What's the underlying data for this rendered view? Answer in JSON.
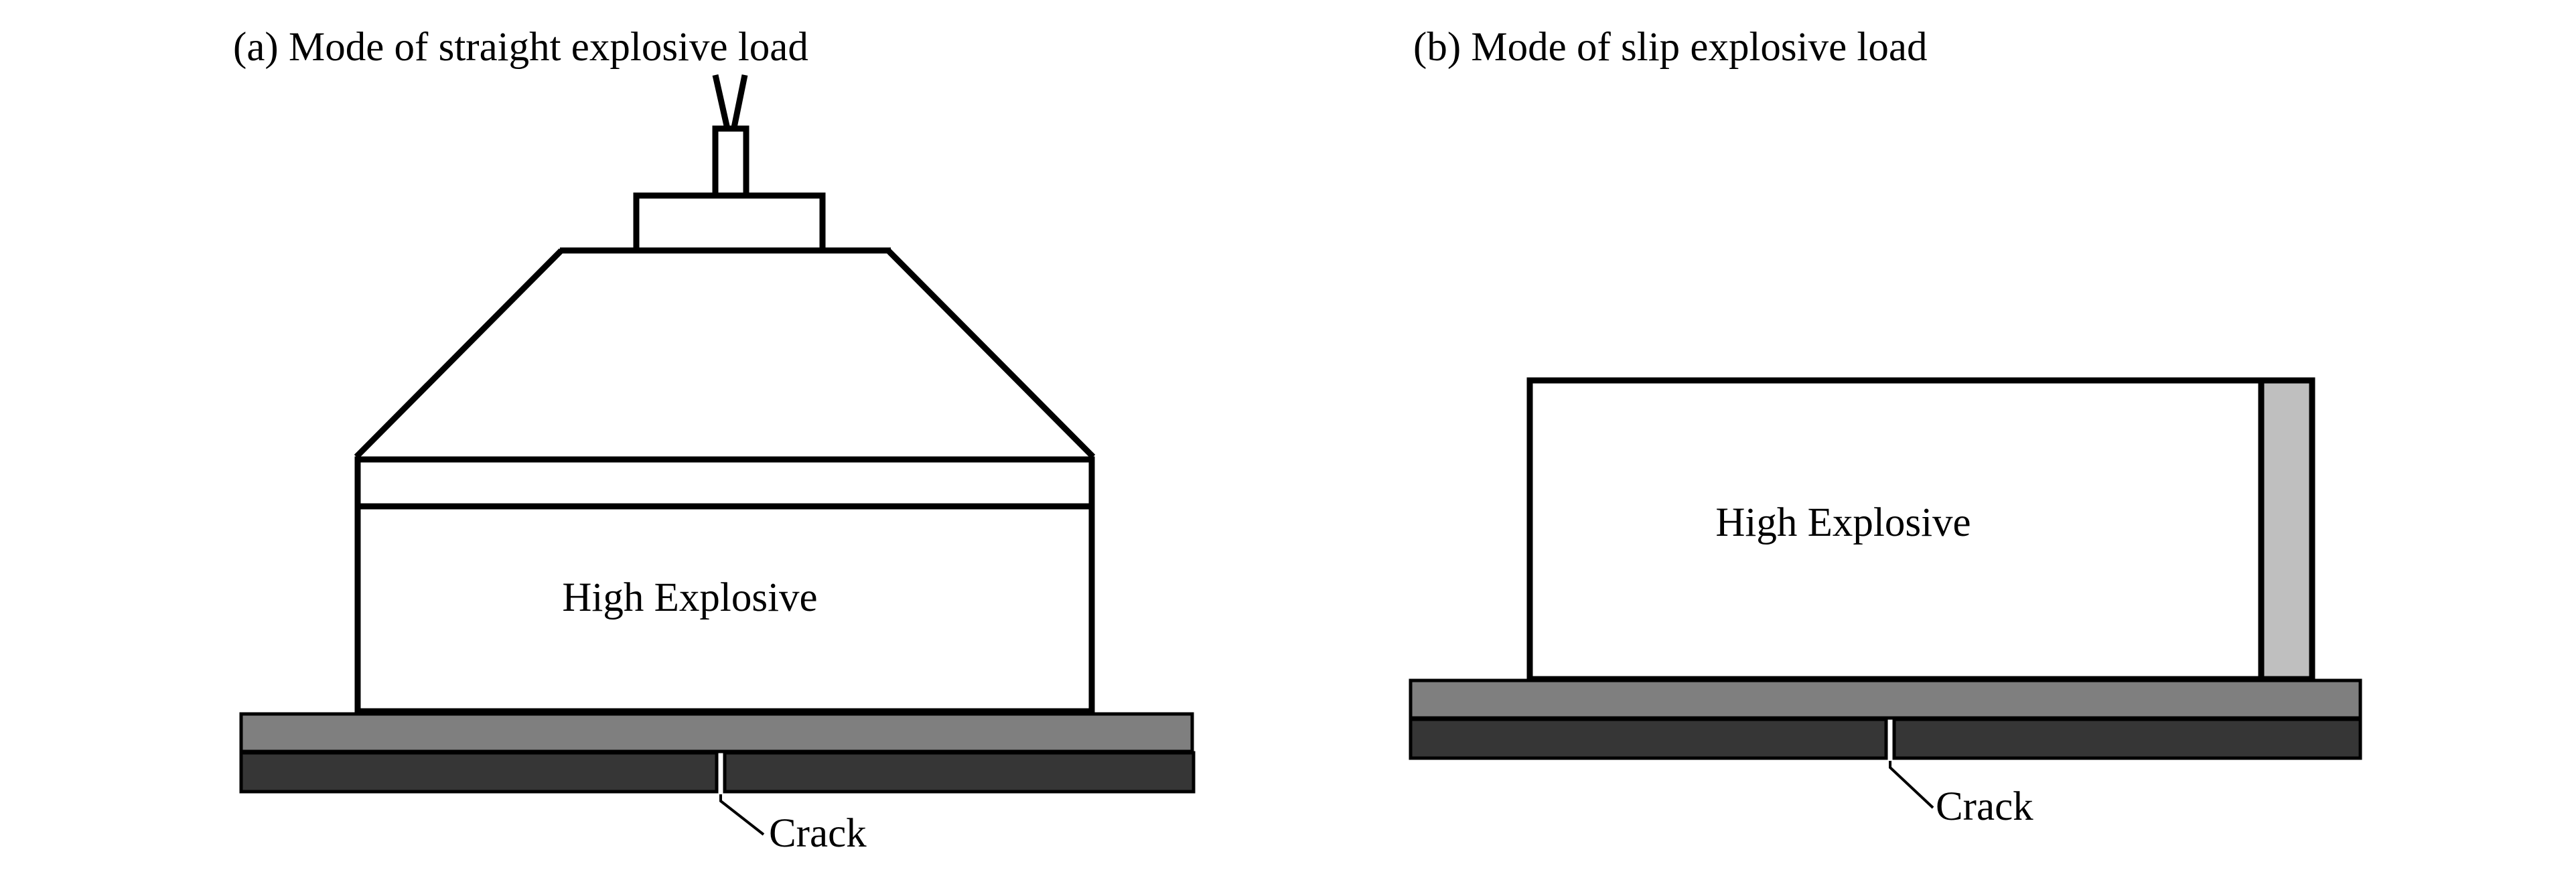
{
  "panel_a": {
    "caption": "(a) Mode of straight explosive load",
    "explosive_label": "High Explosive",
    "crack_label": "Crack"
  },
  "panel_b": {
    "caption": "(b) Mode of slip explosive load",
    "explosive_label": "High Explosive",
    "crack_label": "Crack"
  },
  "colors": {
    "cover_plate": "#7f7f7f",
    "base_plate": "#363636",
    "side_charge": "#bfbfbf",
    "outline": "#000000",
    "background": "#ffffff"
  }
}
